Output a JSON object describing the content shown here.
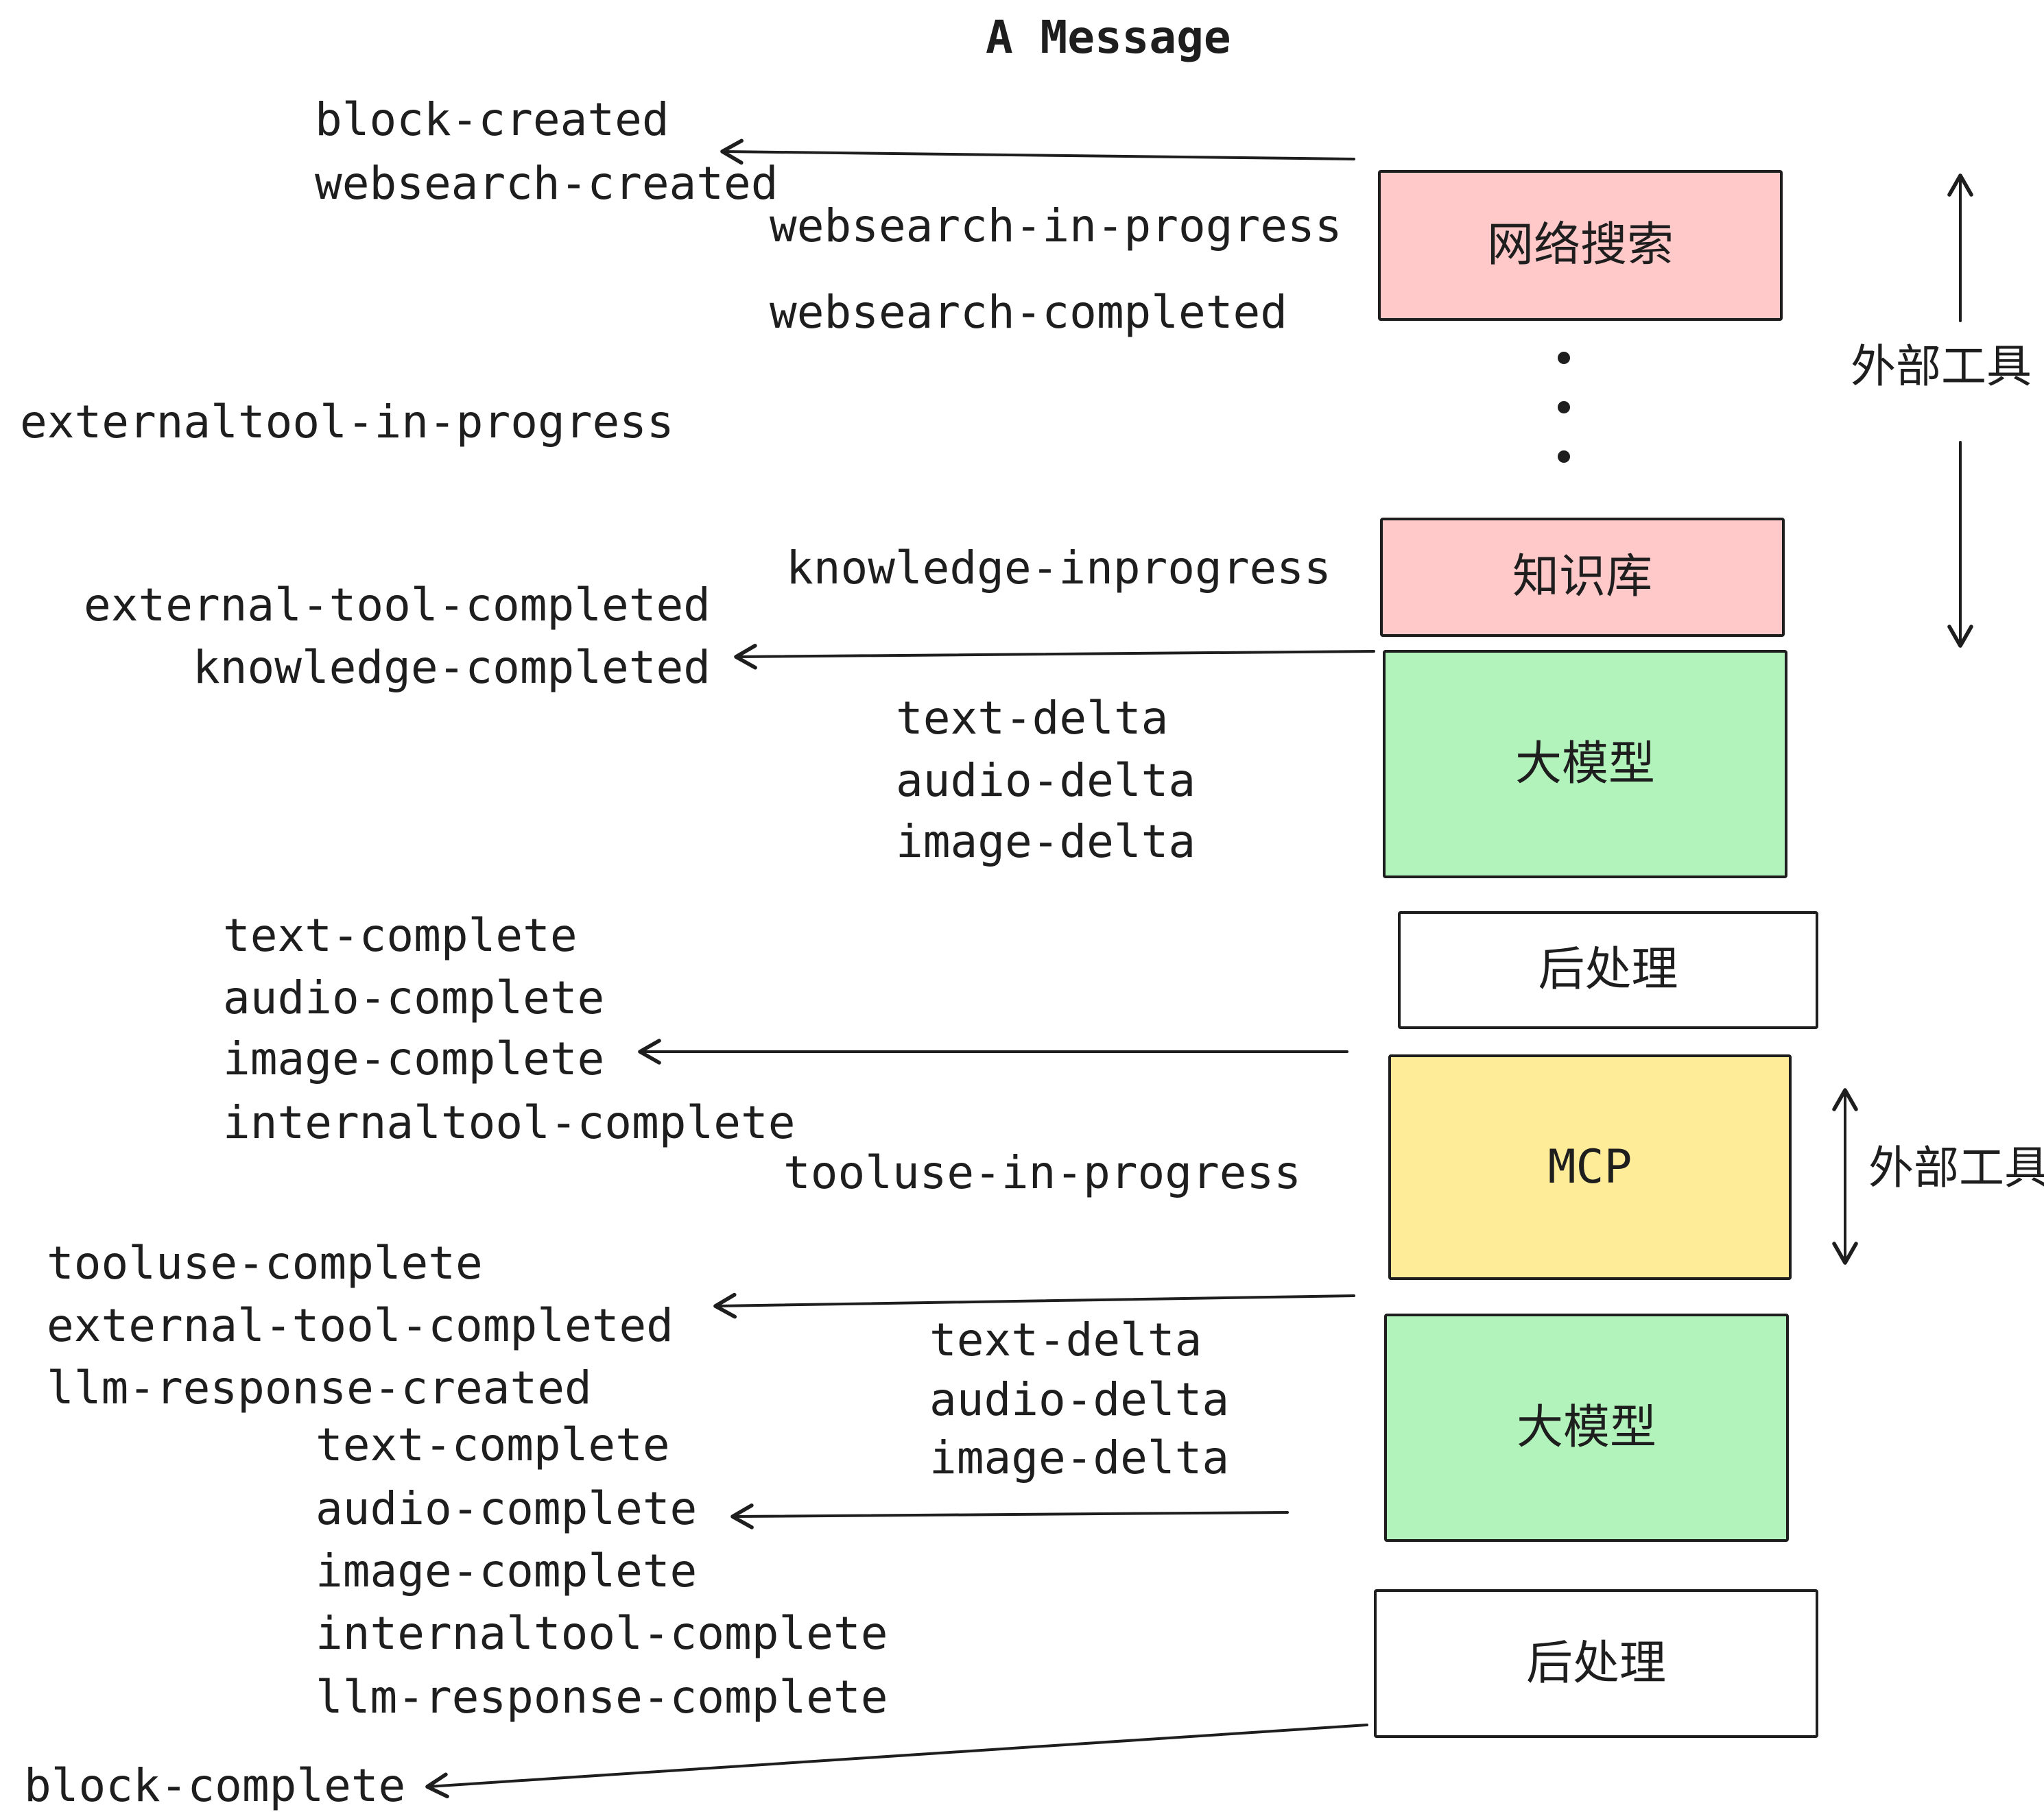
{
  "title": "A Message",
  "boxes": {
    "websearch": "网络搜索",
    "knowledge": "知识库",
    "llm_1": "大模型",
    "post_1": "后处理",
    "mcp": "MCP",
    "llm_2": "大模型",
    "post_2": "后处理"
  },
  "side_annotations": {
    "external_tools_top": "外部工具",
    "external_tools_mcp": "外部工具"
  },
  "events": {
    "block_created": "block-created",
    "websearch_created": "websearch-created",
    "websearch_in_progress": "websearch-in-progress",
    "websearch_completed": "websearch-completed",
    "externaltool_in_progress": "externaltool-in-progress",
    "knowledge_inprogress": "knowledge-inprogress",
    "external_tool_completed_1": "external-tool-completed",
    "knowledge_completed": "knowledge-completed",
    "text_delta_1": "text-delta",
    "audio_delta_1": "audio-delta",
    "image_delta_1": "image-delta",
    "text_complete_1": "text-complete",
    "audio_complete_1": "audio-complete",
    "image_complete_1": "image-complete",
    "internaltool_complete_1": "internaltool-complete",
    "tooluse_in_progress": "tooluse-in-progress",
    "tooluse_complete": "tooluse-complete",
    "external_tool_completed_2": "external-tool-completed",
    "llm_response_created": "llm-response-created",
    "text_delta_2": "text-delta",
    "audio_delta_2": "audio-delta",
    "image_delta_2": "image-delta",
    "text_complete_2": "text-complete",
    "audio_complete_2": "audio-complete",
    "image_complete_2": "image-complete",
    "internaltool_complete_2": "internaltool-complete",
    "llm_response_complete": "llm-response-complete",
    "block_complete": "block-complete"
  },
  "colors": {
    "pink": "#ffc9c9",
    "green": "#b2f2bb",
    "yellow": "#ffec99",
    "white": "#ffffff",
    "ink": "#1e1e1e"
  }
}
